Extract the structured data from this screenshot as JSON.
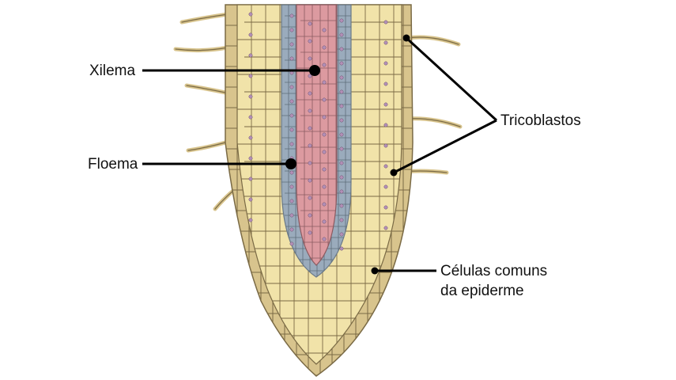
{
  "labels": {
    "xylem": "Xilema",
    "phloem": "Floema",
    "trichoblasts": "Tricoblastos",
    "epidermis_line1": "Células comuns",
    "epidermis_line2": "da epiderme"
  },
  "colors": {
    "epidermis": "#d8c48d",
    "cortex": "#f1e3a9",
    "cell_line": "#7a6a45",
    "phloem": "#9aabbc",
    "xylem": "#dc9aa0",
    "nucleus": "#b38fb7",
    "label_line": "#000000"
  }
}
